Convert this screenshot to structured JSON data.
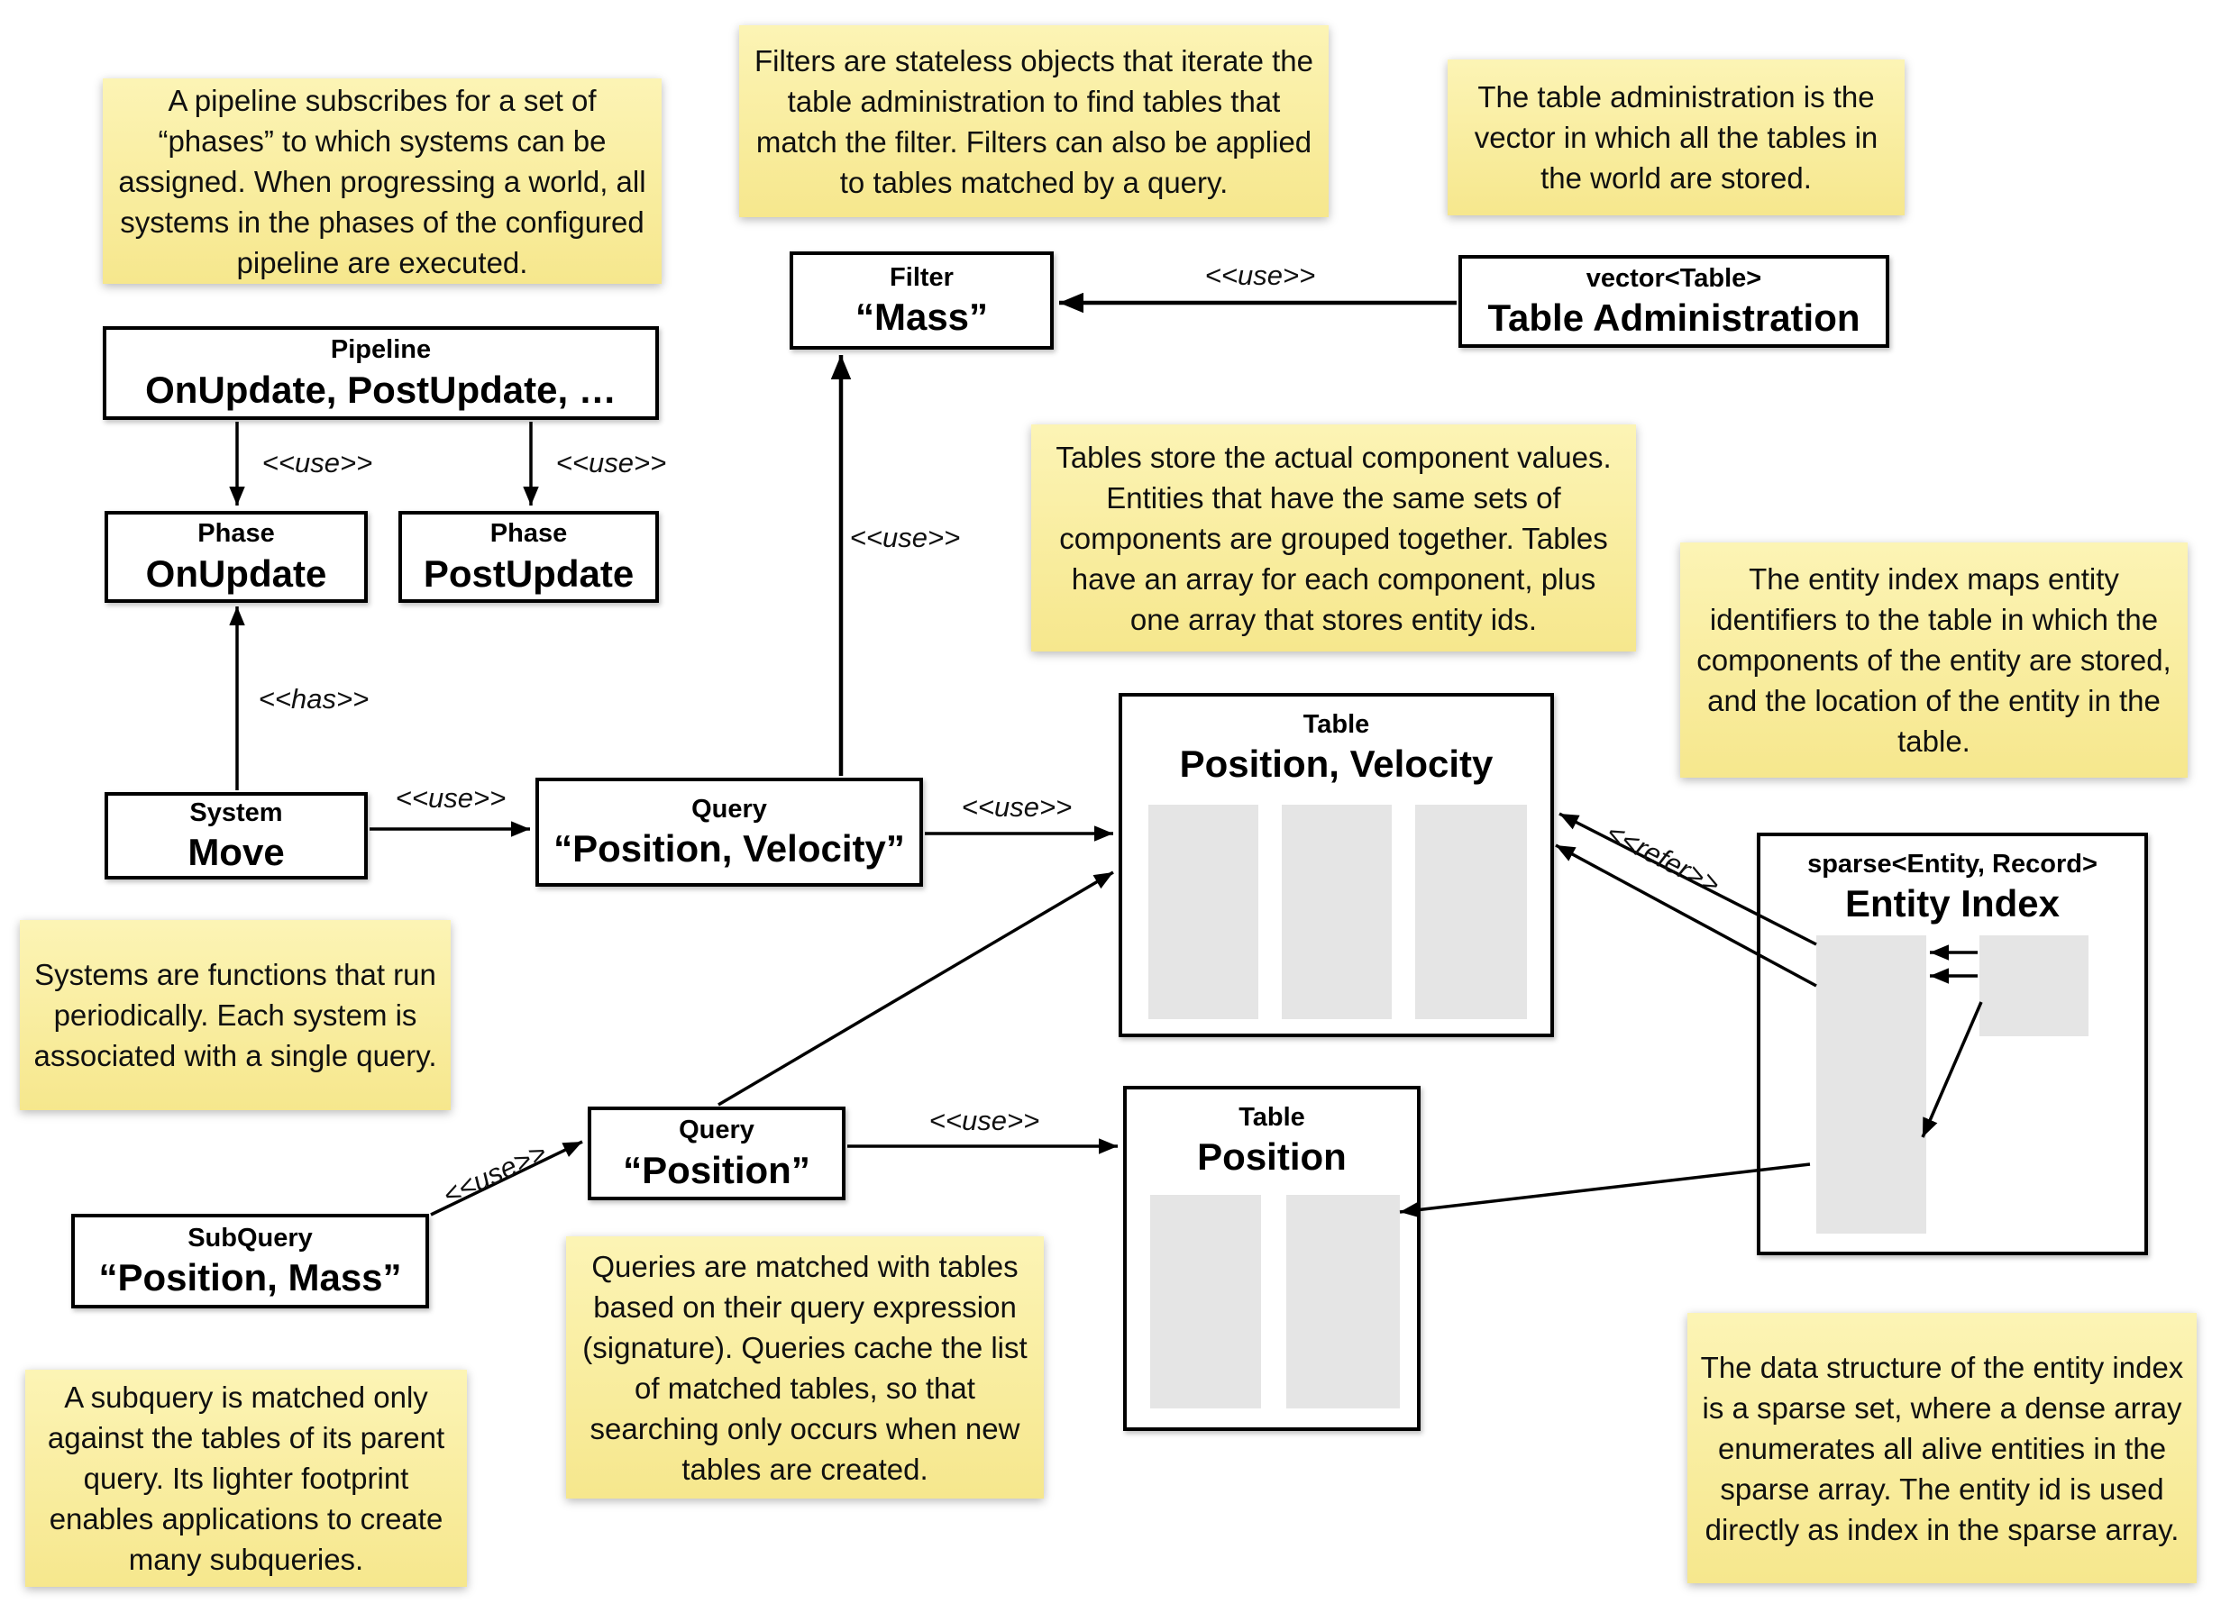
{
  "colors": {
    "note_bg_top": "#FCF4B5",
    "note_bg_bottom": "#F6E78D",
    "box_bg": "#FFFFFF",
    "line": "#000000",
    "slot": "#E5E5E5"
  },
  "labels": {
    "use": "<<use>>",
    "has": "<<has>>",
    "refer": "<<refer>>"
  },
  "boxes": {
    "pipeline": {
      "stereotype": "Pipeline",
      "name": "OnUpdate, PostUpdate, …"
    },
    "phase_onupdate": {
      "stereotype": "Phase",
      "name": "OnUpdate"
    },
    "phase_postupdate": {
      "stereotype": "Phase",
      "name": "PostUpdate"
    },
    "system_move": {
      "stereotype": "System",
      "name": "Move"
    },
    "query_pv": {
      "stereotype": "Query",
      "name": "“Position, Velocity”"
    },
    "filter_mass": {
      "stereotype": "Filter",
      "name": "“Mass”"
    },
    "table_admin": {
      "stereotype": "vector<Table>",
      "name": "Table Administration"
    },
    "table_pv": {
      "stereotype": "Table",
      "name": "Position, Velocity"
    },
    "table_p": {
      "stereotype": "Table",
      "name": "Position"
    },
    "query_p": {
      "stereotype": "Query",
      "name": "“Position”"
    },
    "subquery": {
      "stereotype": "SubQuery",
      "name": "“Position, Mass”"
    },
    "entity_index": {
      "stereotype": "sparse<Entity, Record>",
      "name": "Entity Index"
    }
  },
  "notes": {
    "pipeline": "A pipeline subscribes for a set of “phases” to which systems can be assigned. When progressing a world, all systems in the phases of the configured pipeline are executed.",
    "filters": "Filters are stateless objects that iterate the table administration to find tables that match the filter. Filters can also be applied to tables matched by a query.",
    "table_admin": "The table administration is the vector in which all the tables in the world are stored.",
    "tables": "Tables store the actual component values. Entities that have the same sets of components are grouped together. Tables have an array for each component, plus one array that stores entity ids.",
    "entity_index": "The entity index maps entity identifiers to the table in which the components of the entity are stored, and the location of the entity in the table.",
    "systems": "Systems are functions that run periodically. Each system is associated with a single query.",
    "queries": "Queries are matched with tables based on their query expression (signature). Queries cache the list of matched tables, so that searching only occurs when new tables are created.",
    "subquery": "A subquery is matched only against the tables of its parent query. Its lighter footprint enables applications to create many subqueries.",
    "sparse_set": "The data structure of the entity index is a sparse set, where a dense array enumerates all alive entities in the sparse array. The entity id is used directly as index in the sparse array."
  }
}
